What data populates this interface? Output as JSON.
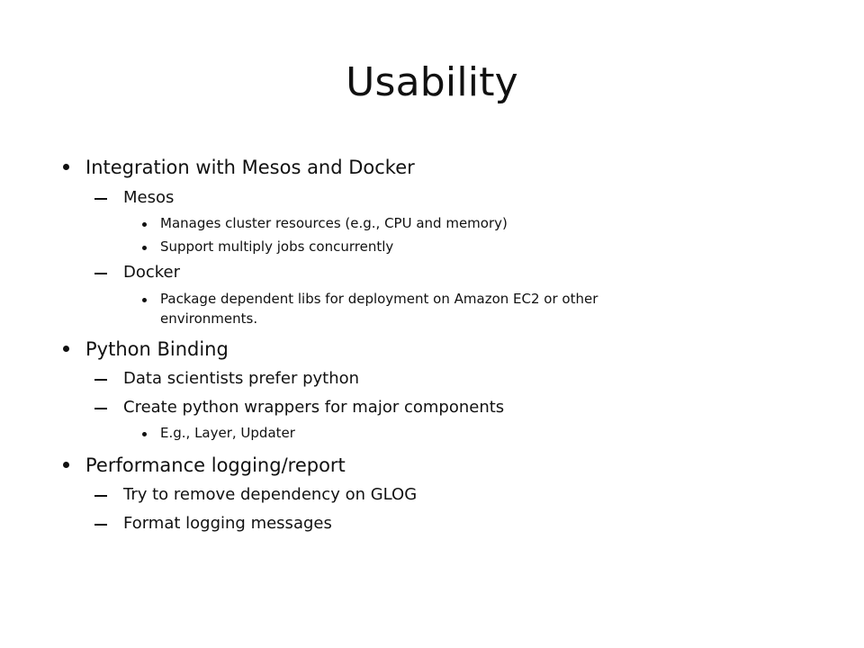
{
  "slide": {
    "title": "Usability",
    "items": [
      {
        "level": 1,
        "text": "Integration with Mesos and Docker"
      },
      {
        "level": 2,
        "text": "Mesos"
      },
      {
        "level": 3,
        "text": "Manages cluster resources (e.g., CPU and memory)"
      },
      {
        "level": 3,
        "text": "Support multiply jobs concurrently"
      },
      {
        "level": 2,
        "text": "Docker"
      },
      {
        "level": 3,
        "text": "Package dependent libs for deployment on Amazon EC2 or other",
        "continuation": "environments."
      },
      {
        "level": 1,
        "text": "Python Binding"
      },
      {
        "level": 2,
        "text": "Data scientists prefer python"
      },
      {
        "level": 2,
        "text": "Create python wrappers for major components"
      },
      {
        "level": 3,
        "text": "E.g., Layer, Updater"
      },
      {
        "level": 1,
        "text": "Performance logging/report"
      },
      {
        "level": 2,
        "text": "Try to remove dependency on GLOG"
      },
      {
        "level": 2,
        "text": "Format logging messages"
      }
    ]
  }
}
